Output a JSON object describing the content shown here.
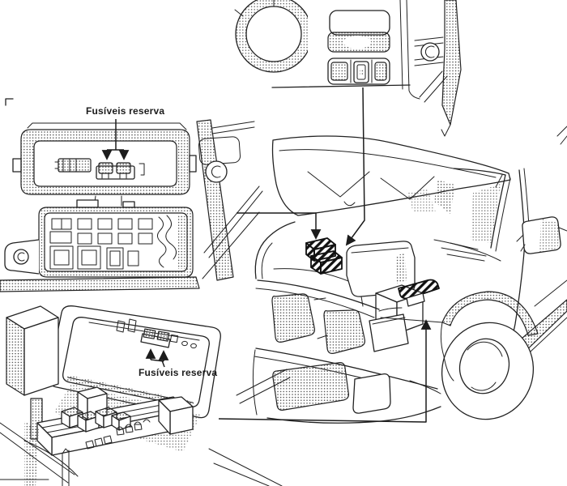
{
  "figure": {
    "kind": "technical-line-illustration",
    "subject": "pickup truck fuse box locations with spare fuses",
    "language": "pt"
  },
  "labels": {
    "interior_spare_fuses": "Fusíveis reserva",
    "engine_spare_fuses": "Fusíveis reserva"
  },
  "colors": {
    "background": "#ffffff",
    "line": "#222222",
    "shading_dots": "#4a4a4a",
    "marker_hatch": "#111111"
  },
  "parts": [
    "interior-fusebox-diagram",
    "dashboard-inset",
    "engine-fusebox-diagram",
    "truck-with-open-hood",
    "fusebox-location-markers",
    "leader-arrows"
  ]
}
